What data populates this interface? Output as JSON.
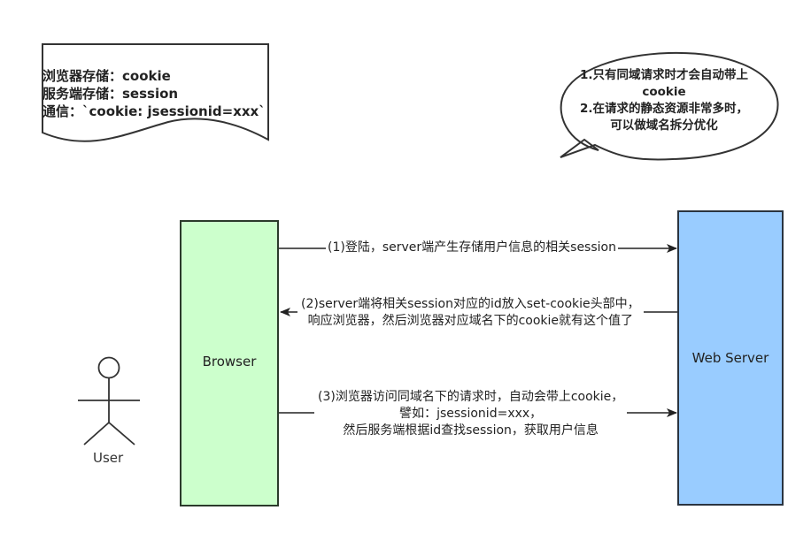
{
  "note": {
    "lines": [
      "浏览器存储：cookie",
      "服务端存储：session",
      "通信：`cookie: jsessionid=xxx`"
    ]
  },
  "callout": {
    "lines": [
      "1.只有同域请求时才会自动带上",
      "cookie",
      "2.在请求的静态资源非常多时，",
      "可以做域名拆分优化"
    ]
  },
  "actor": {
    "label": "User"
  },
  "browser": {
    "label": "Browser",
    "fill": "#ccffcc",
    "stroke": "#2b3a2b"
  },
  "server": {
    "label": "Web Server",
    "fill": "#99ccff",
    "stroke": "#2a3440"
  },
  "messages": [
    {
      "direction": "to-server",
      "lines": [
        "(1)登陆，server端产生存储用户信息的相关session"
      ]
    },
    {
      "direction": "to-browser",
      "lines": [
        "(2)server端将相关session对应的id放入set-cookie头部中，",
        "响应浏览器，然后浏览器对应域名下的cookie就有这个值了"
      ]
    },
    {
      "direction": "to-server",
      "lines": [
        "(3)浏览器访问同域名下的请求时，自动会带上cookie，",
        "譬如：jsessionid=xxx，",
        "然后服务端根据id查找session，获取用户信息"
      ]
    }
  ]
}
